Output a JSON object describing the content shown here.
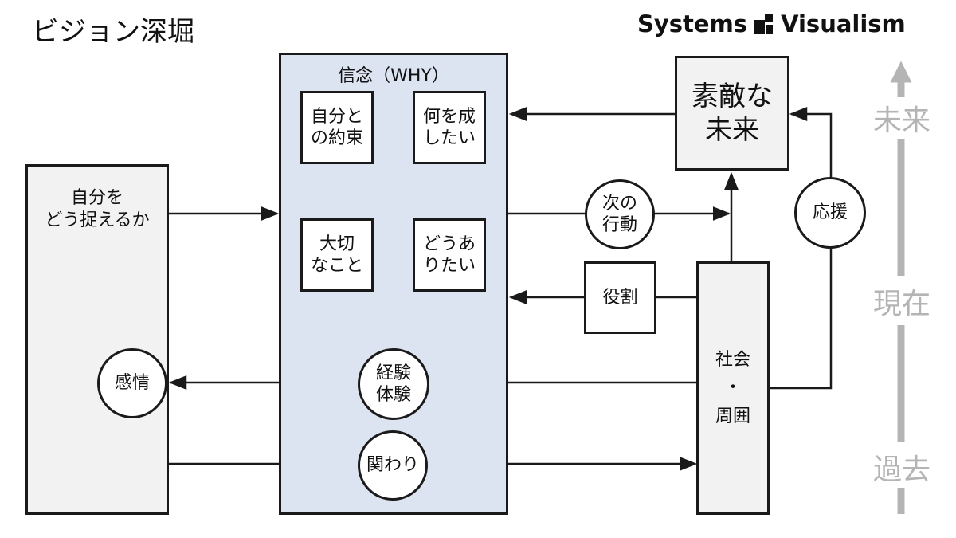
{
  "title": "ビジョン深堀",
  "brand": {
    "left": "Systems",
    "right": "Visualism"
  },
  "panels": {
    "self": "自分を\nどう捉えるか",
    "belief": "信念（WHY）",
    "society": "社会\n・\n周囲"
  },
  "belief_boxes": {
    "promise": "自分と\nの約束",
    "achieve": "何を成\nしたい",
    "important": "大切\nなこと",
    "want_to_be": "どうあ\nりたい"
  },
  "future_box": "素敵な\n未来",
  "role_box": "役割",
  "circles": {
    "emotion": "感情",
    "experience": "経験\n体験",
    "relation": "関わり",
    "next_action": "次の\n行動",
    "support": "応援"
  },
  "timeline": {
    "future": "未来",
    "present": "現在",
    "past": "過去"
  },
  "colors": {
    "belief_panel": "#dce3f1",
    "self_panel": "#f2f2f2",
    "timeline": "#b4b4b4",
    "line": "#1a1a1a"
  }
}
